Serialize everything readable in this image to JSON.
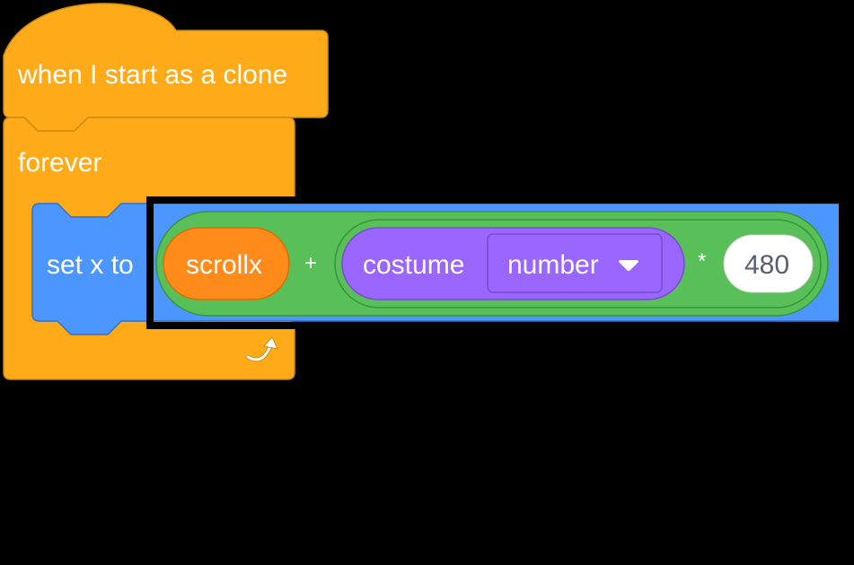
{
  "script": {
    "hat_block": {
      "label": "when I start as a clone",
      "category": "control",
      "color": "#ffab19"
    },
    "forever_block": {
      "label": "forever",
      "loop_arrow_icon": "loop-arrow-icon",
      "color": "#ffab19"
    },
    "set_x_block": {
      "label": "set x to",
      "category": "motion",
      "color": "#4c97ff",
      "highlighted": true
    },
    "add_operator": {
      "symbol": "+",
      "color": "#59c059"
    },
    "scrollx_variable": {
      "label": "scrollx",
      "color": "#ff8c1a"
    },
    "multiply_operator": {
      "symbol": "*",
      "color": "#59c059"
    },
    "costume_reporter": {
      "label": "costume",
      "color": "#9966ff",
      "dropdown": {
        "selected": "number",
        "icon": "caret-down-icon"
      }
    },
    "number_input": {
      "value": "480"
    }
  },
  "colors": {
    "background": "#000000",
    "highlight_outline": "#000000",
    "text": "#ffffff",
    "input_text": "#575e75"
  }
}
